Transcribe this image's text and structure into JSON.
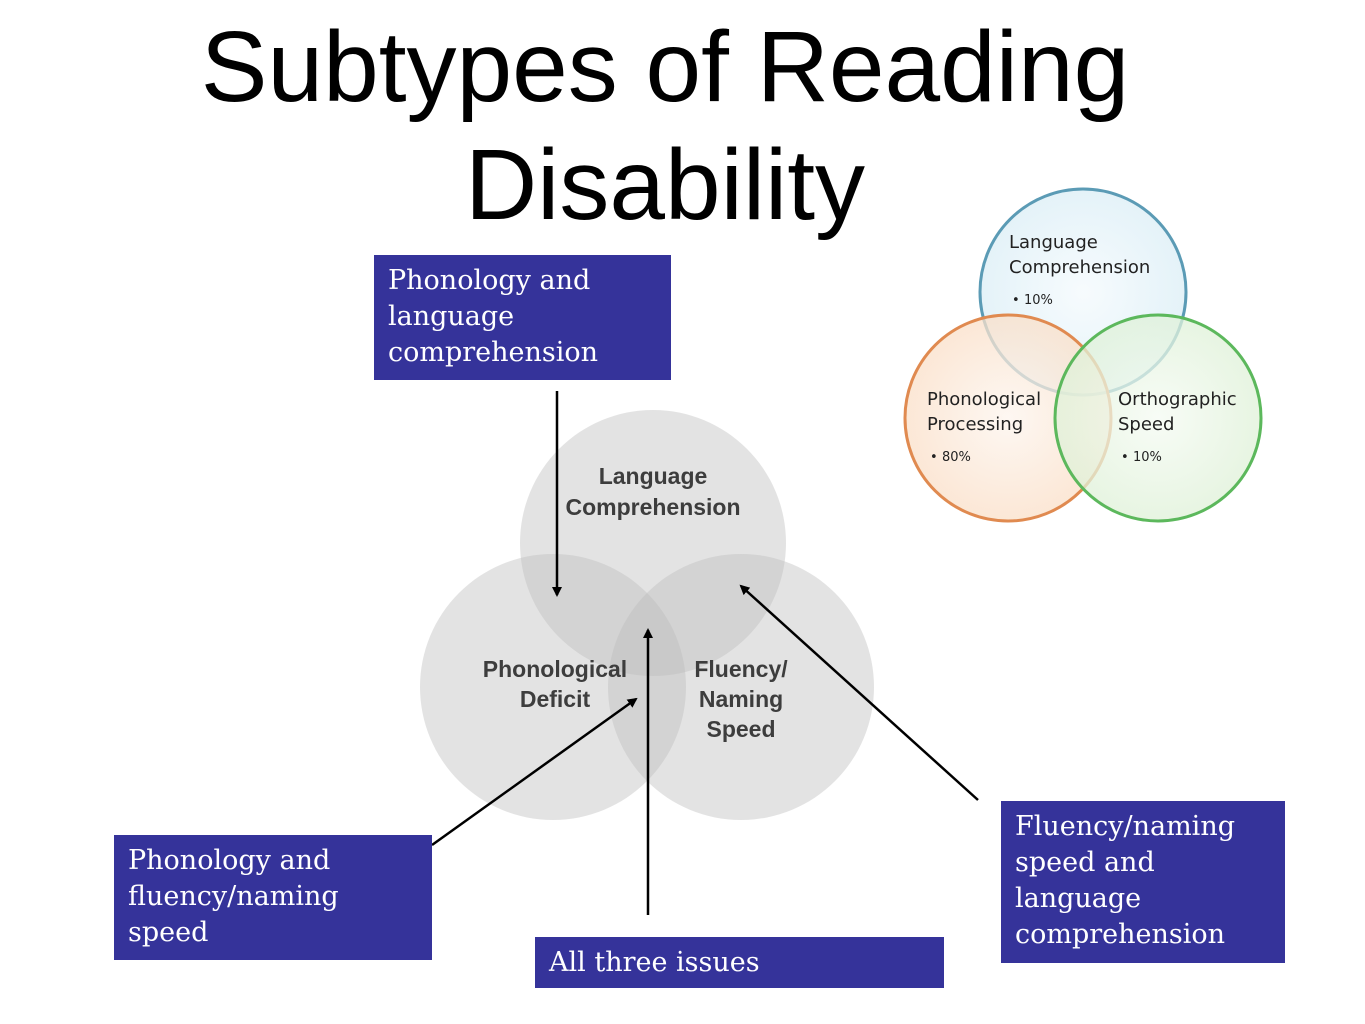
{
  "title": "Subtypes of Reading Disability",
  "main_diagram": {
    "circles": {
      "top": {
        "line1": "Language",
        "line2": "Comprehension"
      },
      "left": {
        "line1": "Phonological",
        "line2": "Deficit"
      },
      "right": {
        "line1": "Fluency/",
        "line2": "Naming",
        "line3": "Speed"
      }
    }
  },
  "small_diagram": {
    "circles": {
      "top": {
        "line1": "Language",
        "line2": "Comprehension",
        "pct": "10%",
        "color": "#5b9bb5"
      },
      "left": {
        "line1": "Phonological",
        "line2": "Processing",
        "pct": "80%",
        "color": "#e08a50"
      },
      "right": {
        "line1": "Orthographic",
        "line2": "Speed",
        "pct": "10%",
        "color": "#5cb85c"
      }
    }
  },
  "callouts": {
    "top": "Phonology and language comprehension",
    "left": "Phonology and fluency/naming speed",
    "bottom": "All three issues",
    "right": "Fluency/naming speed and language comprehension"
  },
  "colors": {
    "callout_bg": "#35339a",
    "circle_gray": "#dcdcdc"
  }
}
